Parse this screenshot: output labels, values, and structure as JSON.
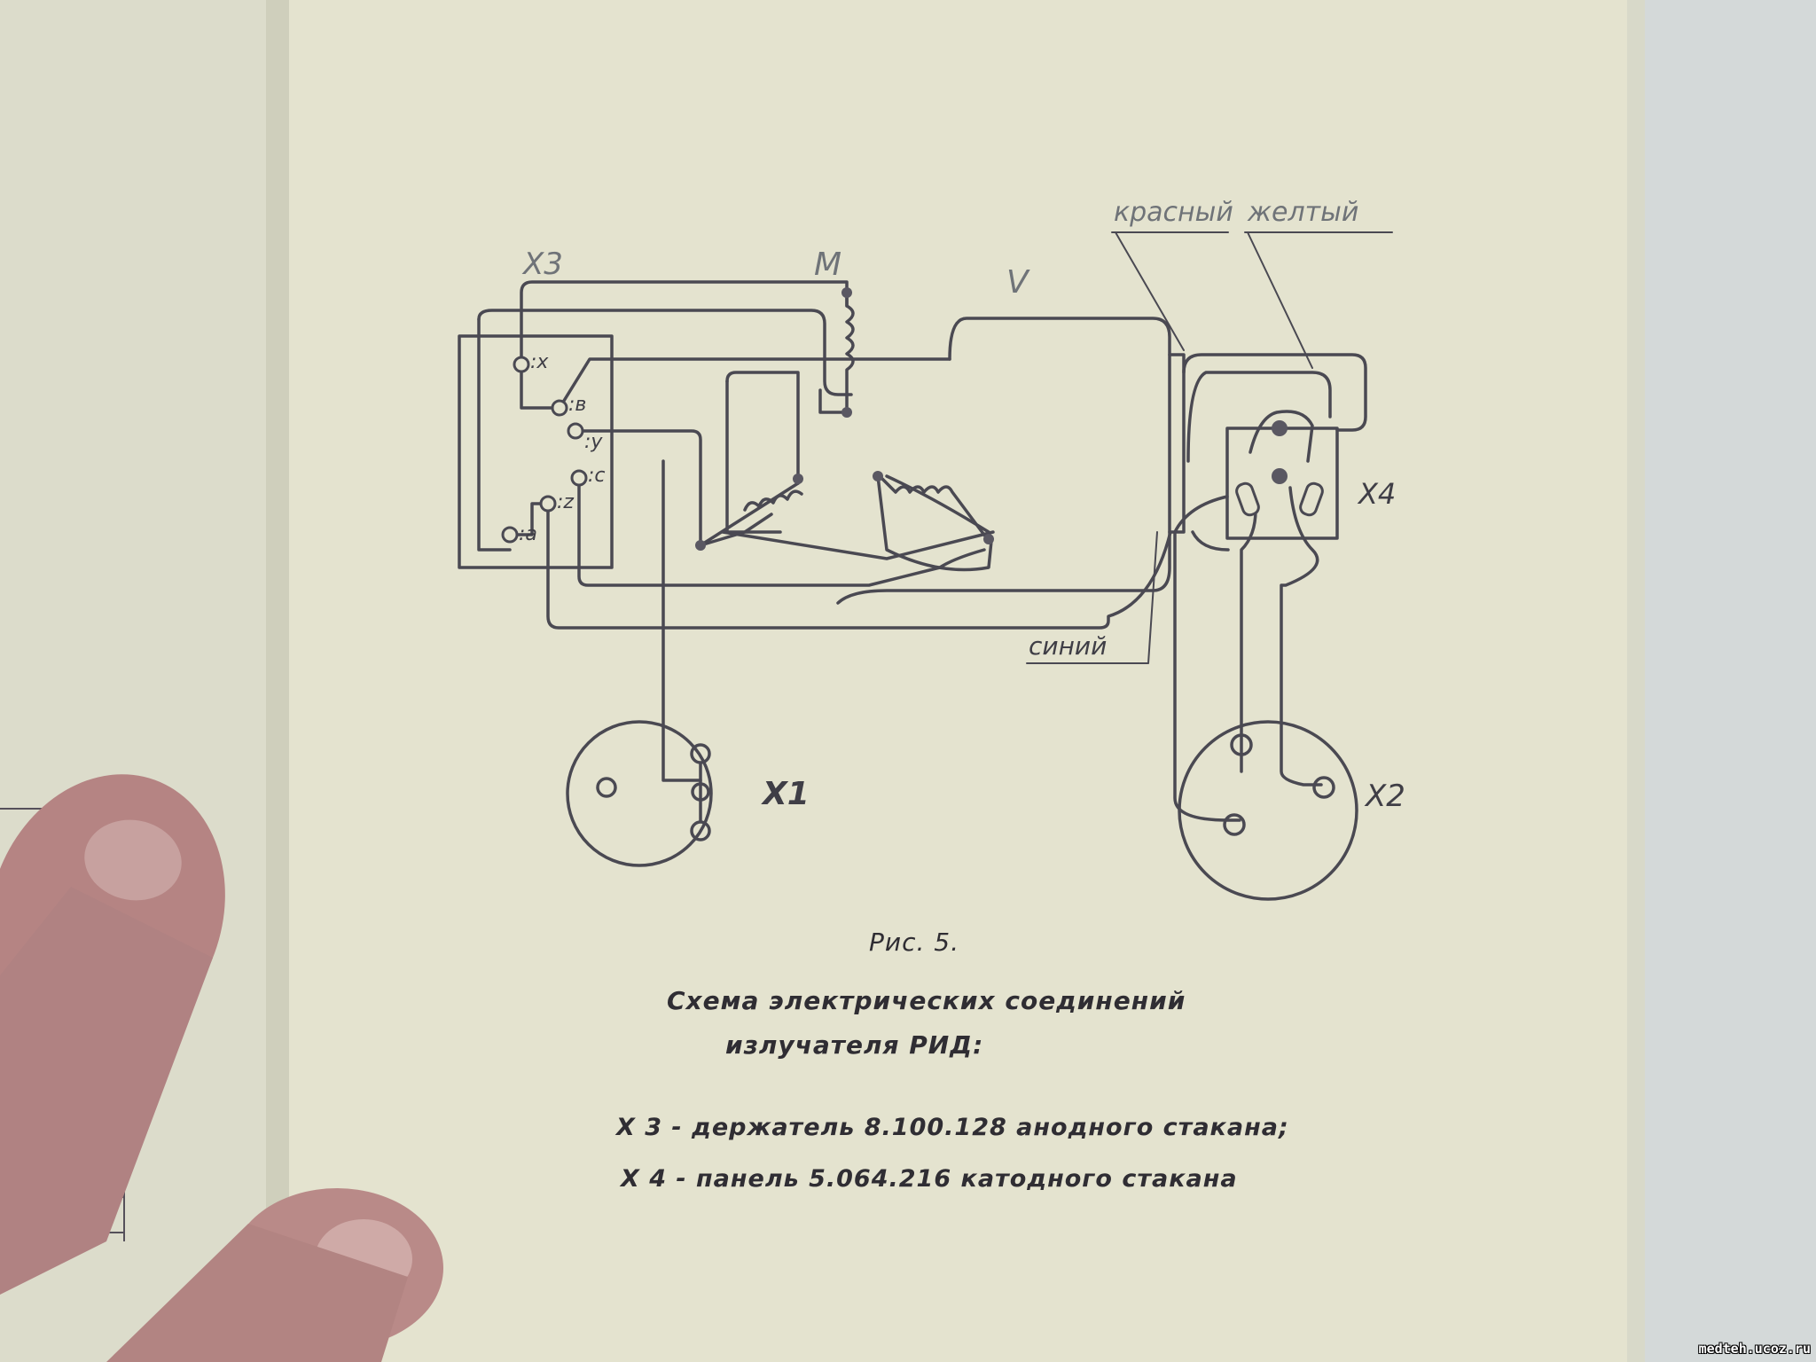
{
  "diagram": {
    "labels": {
      "x3": "X3",
      "m": "M",
      "v": "V",
      "x4": "X4",
      "x1": "X1",
      "x2": "X2",
      "red": "красный",
      "yellow": "желтый",
      "blue": "синий"
    },
    "terminals": {
      "x": ":x",
      "v": ":в",
      "y": ":y",
      "c": ":c",
      "z": ":z",
      "a": ":a"
    }
  },
  "caption": {
    "figure": "Рис. 5.",
    "title_line1": "Схема электрических соединений",
    "title_line2": "излучателя РИД:",
    "legend_x3": "Х 3 - держатель 8.100.128 анодного стакана;",
    "legend_x4": "Х 4 - панель 5.064.216 катодного стакана"
  },
  "watermark": "medteh.ucoz.ru",
  "colors": {
    "paper": "#e4e3cf",
    "ink": "#45444c"
  }
}
